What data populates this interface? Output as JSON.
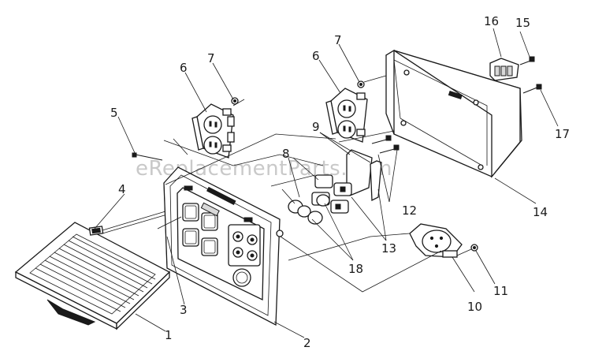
{
  "watermark": "eReplacementParts.com",
  "callouts": {
    "c1": "1",
    "c2": "2",
    "c3": "3",
    "c4": "4",
    "c5": "5",
    "c6a": "6",
    "c6b": "6",
    "c7a": "7",
    "c7b": "7",
    "c8": "8",
    "c9": "9",
    "c10": "10",
    "c11": "11",
    "c12": "12",
    "c13": "13",
    "c14": "14",
    "c15": "15",
    "c16": "16",
    "c17": "17",
    "c18": "18"
  }
}
